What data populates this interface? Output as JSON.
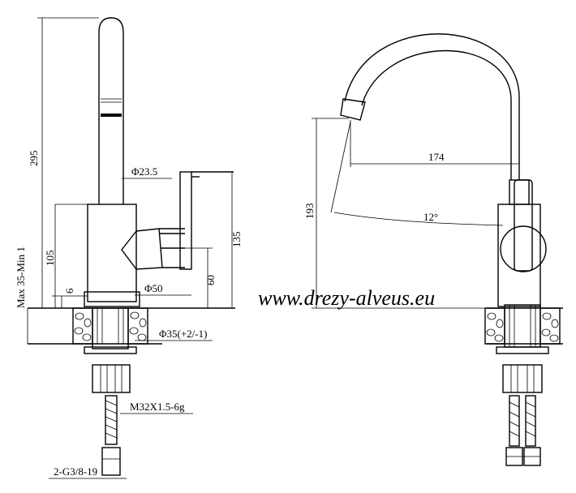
{
  "watermark": "www.drezy-alveus.eu",
  "left_view": {
    "dims": {
      "height_total": "295",
      "spout_diameter": "Φ23.5",
      "body_height": "105",
      "body_diameter": "Φ50",
      "offset": "6",
      "handle_height": "135",
      "handle_lower": "60",
      "mount_range": "Max  35-Min  1",
      "hole_diameter": "Φ35(+2/-1)",
      "thread": "M32X1.5-6g",
      "hose_thread": "2-G3/8-19"
    }
  },
  "right_view": {
    "dims": {
      "reach": "174",
      "outlet_height": "193",
      "angle": "12°"
    }
  }
}
